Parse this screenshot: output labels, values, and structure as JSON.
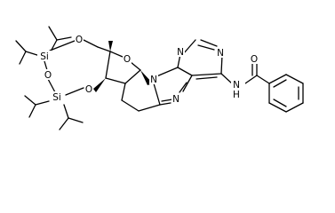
{
  "atom_labels": {
    "si1": "Si",
    "si2": "Si",
    "o1": "O",
    "o2": "O",
    "o3": "O",
    "o_furan": "O",
    "o_carbonyl": "O",
    "n1": "N",
    "n2": "N",
    "n3": "N",
    "n4": "N",
    "n_h": "N",
    "h_amide": "H"
  }
}
